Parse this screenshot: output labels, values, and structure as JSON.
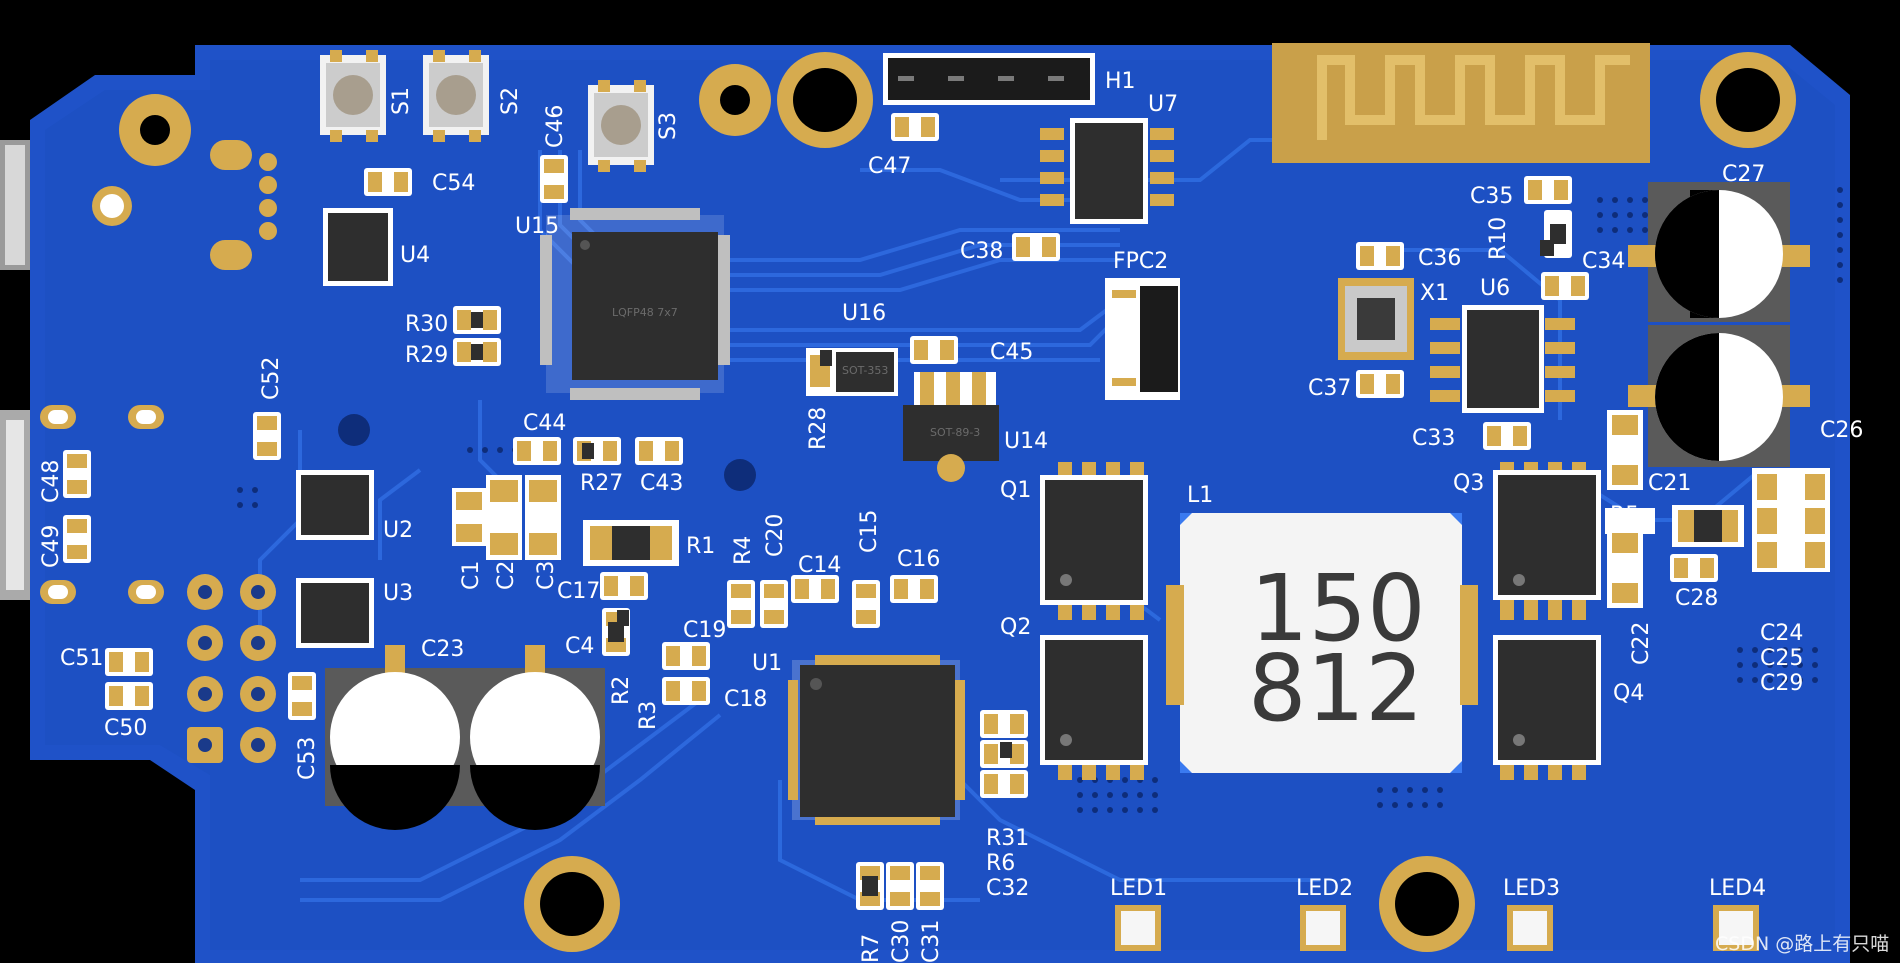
{
  "board": {
    "colors": {
      "background": "#000000",
      "soldermask": "#1f52c8",
      "copper_pour": "#1c4fc0",
      "trace": "#2a63d6",
      "gold": "#d6ab4f",
      "ic_body": "#2e2e2e",
      "silkscreen": "#ffffff",
      "antenna_bg": "#c9a04a",
      "inductor_body": "#ffffff"
    },
    "components": {
      "S1": "S1",
      "S2": "S2",
      "S3": "S3",
      "H1": "H1",
      "U7": "U7",
      "C47": "C47",
      "C46": "C46",
      "C54": "C54",
      "U4": "U4",
      "U15": "U15",
      "C38": "C38",
      "FPC2": "FPC2",
      "R30": "R30",
      "R29": "R29",
      "U16": "U16",
      "C45": "C45",
      "R28": "R28",
      "U14": "U14",
      "C52": "C52",
      "C44": "C44",
      "R27": "R27",
      "C43": "C43",
      "C48": "C48",
      "C49": "C49",
      "U2": "U2",
      "U3": "U3",
      "C1": "C1",
      "C2": "C2",
      "C3": "C3",
      "C17": "C17",
      "R1": "R1",
      "R4": "R4",
      "C20": "C20",
      "C14": "C14",
      "C15": "C15",
      "C16": "C16",
      "C19": "C19",
      "C18": "C18",
      "R2": "R2",
      "R3": "R3",
      "U1": "U1",
      "C4": "C4",
      "C23": "C23",
      "C51": "C51",
      "C50": "C50",
      "C53": "C53",
      "Q1": "Q1",
      "Q2": "Q2",
      "L1": "L1",
      "Q3": "Q3",
      "Q4": "Q4",
      "C35": "C35",
      "R10": "R10",
      "C34": "C34",
      "C36": "C36",
      "X1": "X1",
      "U6": "U6",
      "C37": "C37",
      "C33": "C33",
      "C27": "C27",
      "C26": "C26",
      "C21": "C21",
      "R5": "R5",
      "C28": "C28",
      "C22": "C22",
      "C24": "C24",
      "C25": "C25",
      "C29": "C29",
      "R31": "R31",
      "R6": "R6",
      "C32": "C32",
      "R7": "R7",
      "C30": "C30",
      "C31": "C31",
      "LED1": "LED1",
      "LED2": "LED2",
      "LED3": "LED3",
      "LED4": "LED4"
    },
    "ic_markings": {
      "u15_package": "LQFP48 7x7",
      "u14_package": "SOT-89-3",
      "u16_package": "SOT-353"
    },
    "inductor_marking": {
      "line1": "150",
      "line2": "812"
    },
    "watermark": "CSDN @路上有只喵"
  }
}
